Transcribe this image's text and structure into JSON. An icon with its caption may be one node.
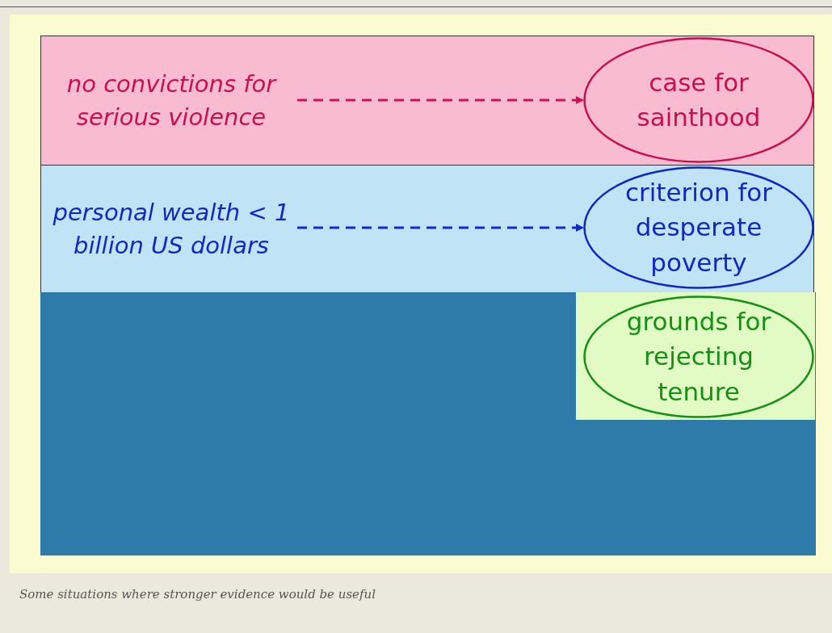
{
  "diagram": {
    "caption": "Some situations where stronger evidence would be useful",
    "nodes": [
      {
        "text": [
          "no convictions for serious violence"
        ]
      },
      {
        "text": [
          "case for sainthood"
        ]
      },
      {
        "text": [
          "personal wealth < 1 billion US dollars"
        ]
      },
      {
        "text": [
          "criterion for desperate poverty"
        ]
      },
      {
        "text": [
          "grounds for rejecting tenure"
        ]
      }
    ],
    "edges": [
      {
        "from": 0,
        "to": 1,
        "arrow": "to",
        "style": "dashed",
        "color": "#d0105a"
      },
      {
        "from": 2,
        "to": 3,
        "arrow": "to",
        "style": "dashed",
        "color": "#1028d0"
      }
    ]
  }
}
